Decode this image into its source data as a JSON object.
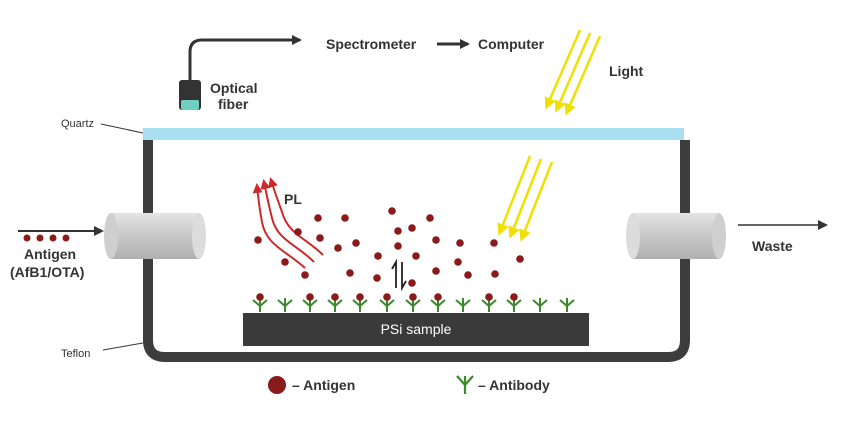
{
  "labels": {
    "optical_fiber_line1": "Optical",
    "optical_fiber_line2": "fiber",
    "spectrometer": "Spectrometer",
    "computer": "Computer",
    "light": "Light",
    "quartz": "Quartz",
    "teflon": "Teflon",
    "pl": "PL",
    "antigen_inlet_line1": "Antigen",
    "antigen_inlet_line2": "(AfB1/OTA)",
    "waste": "Waste",
    "psi_sample": "PSi sample"
  },
  "legend": {
    "antigen": "– Antigen",
    "antibody": "– Antibody"
  },
  "colors": {
    "antigen": "#8b1a1a",
    "antibody": "#3a8a2a",
    "light": "#f0e000",
    "pl": "#cc2a2a",
    "quartz": "#a8dff2",
    "teflon": "#3d3d3d",
    "sample": "#3a3a3a"
  }
}
